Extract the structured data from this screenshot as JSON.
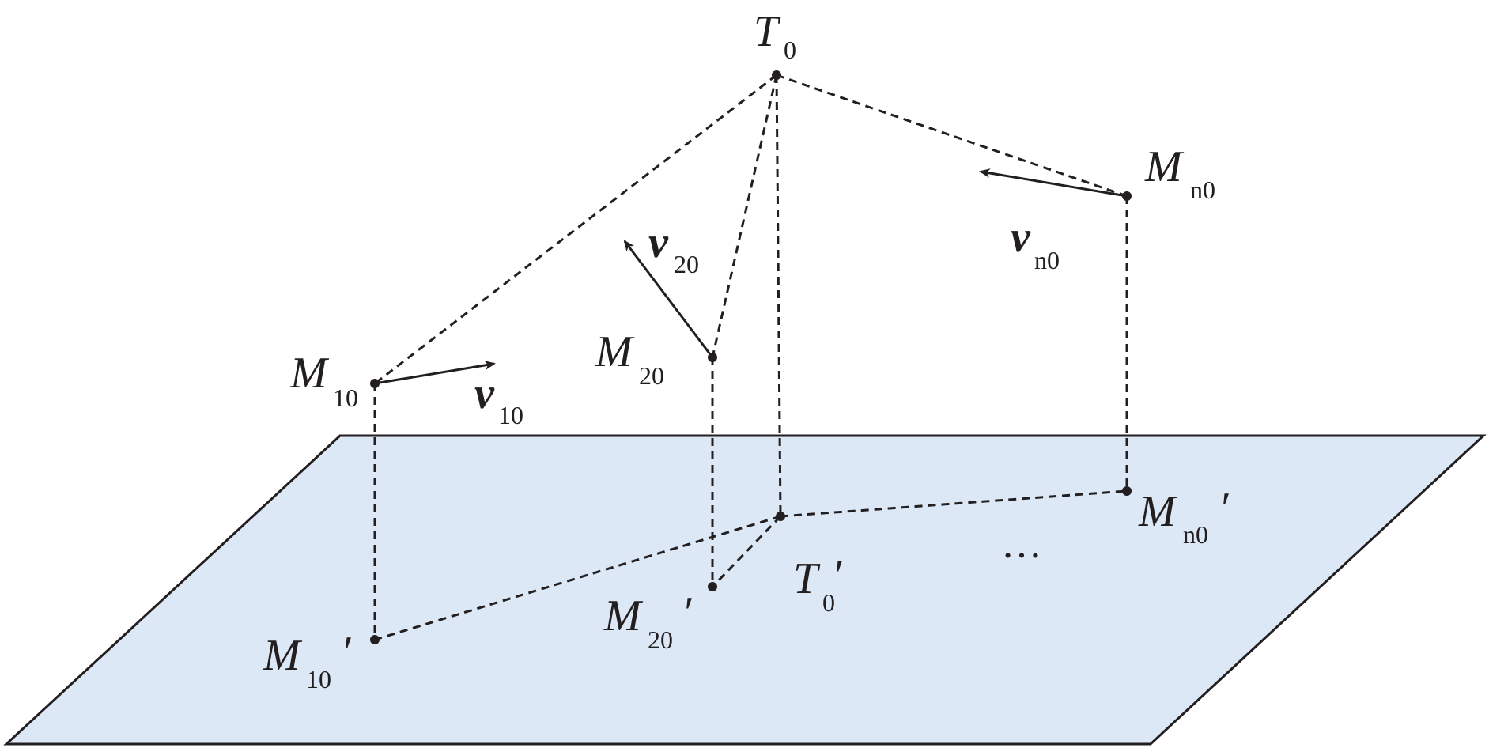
{
  "colors": {
    "plane_fill": "#dce8f5",
    "ink": "#231f20"
  },
  "labels": {
    "T0": {
      "main": "T",
      "sub": "0",
      "prime": ""
    },
    "M10": {
      "main": "M",
      "sub": "10",
      "prime": ""
    },
    "M20": {
      "main": "M",
      "sub": "20",
      "prime": ""
    },
    "Mn0": {
      "main": "M",
      "sub": "n0",
      "prime": ""
    },
    "T0p": {
      "main": "T",
      "sub": "0",
      "prime": "′"
    },
    "M10p": {
      "main": "M",
      "sub": "10",
      "prime": "′"
    },
    "M20p": {
      "main": "M",
      "sub": "20",
      "prime": "′"
    },
    "Mn0p": {
      "main": "M",
      "sub": "n0",
      "prime": "′"
    },
    "v10": {
      "main": "v",
      "sub": "10"
    },
    "v20": {
      "main": "v",
      "sub": "20"
    },
    "vn0": {
      "main": "v",
      "sub": "n0"
    },
    "ellipsis": "…"
  }
}
